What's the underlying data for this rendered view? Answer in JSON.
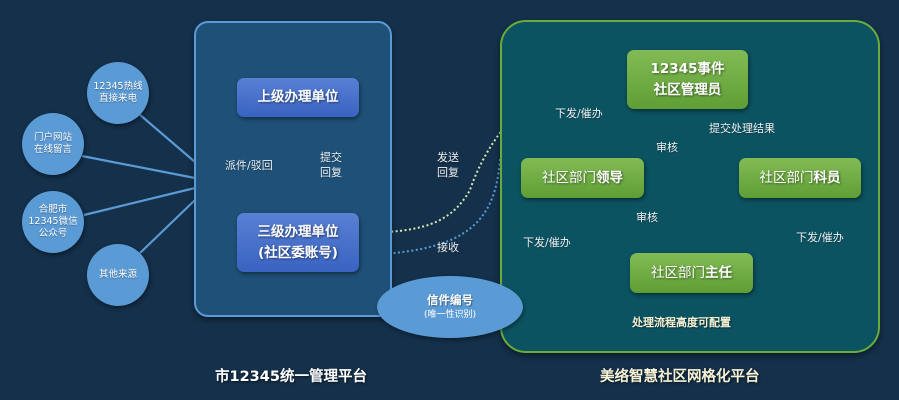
{
  "sources": [
    {
      "label": "12345热线\n直接来电"
    },
    {
      "label": "门户网站\n在线留言"
    },
    {
      "label": "合肥市\n12345微信\n公众号"
    },
    {
      "label": "其他来源"
    }
  ],
  "left_platform": {
    "title": "市12345统一管理平台",
    "upper_unit": "上级办理单位",
    "third_unit": "三级办理单位\n(社区委账号)",
    "label_dispatch": "派件/驳回",
    "label_submit": "提交\n回复"
  },
  "middle": {
    "label_send_reply": "发送\n回复",
    "label_receive": "接收",
    "letter_id_title": "信件编号",
    "letter_id_sub": "(唯一性识别)"
  },
  "right_platform": {
    "title": "美络智慧社区网格化平台",
    "admin": "12345事件\n社区管理员",
    "leader_prefix": "社区部门",
    "leader_role": "领导",
    "staff_prefix": "社区部门",
    "staff_role": "科员",
    "director_prefix": "社区部门",
    "director_role": "主任",
    "label_issue_1": "下发/催办",
    "label_issue_2": "下发/催办",
    "label_issue_3": "下发/催办",
    "label_review_1": "审核",
    "label_review_2": "审核",
    "label_submit_result": "提交处理结果",
    "note": "处理流程高度可配置"
  },
  "colors": {
    "background": "#14304a",
    "left_panel": "#1f5178",
    "left_border": "#5b9bd5",
    "right_panel": "#0c5361",
    "right_border": "#6aac3b",
    "blue_arrow": "#5b9bd5",
    "light_arrow": "#d6e8b4"
  }
}
